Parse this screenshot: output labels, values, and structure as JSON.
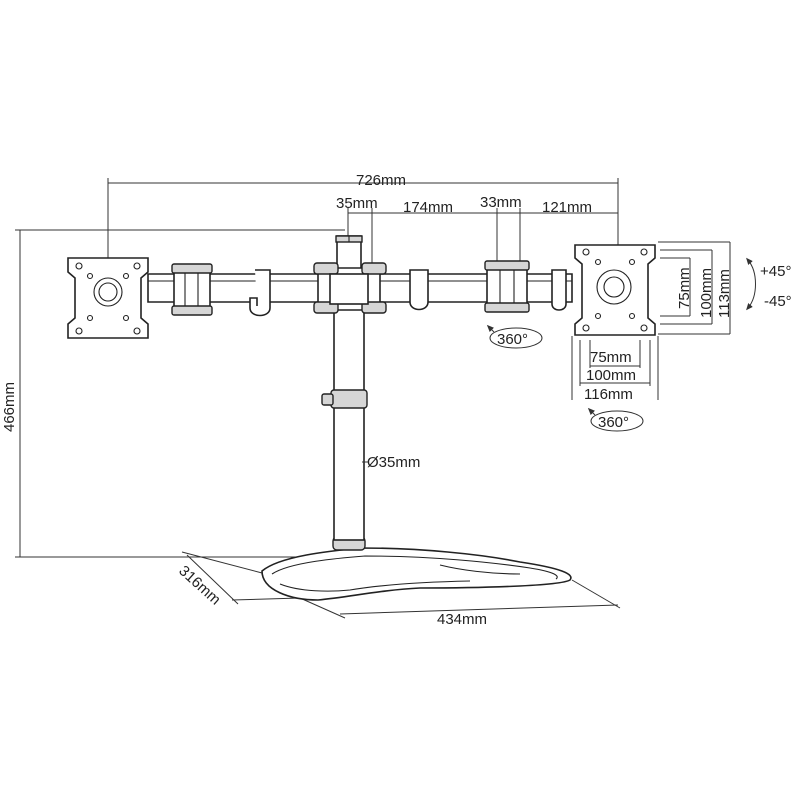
{
  "dimensions": {
    "overall_width": "726mm",
    "pole_offset": "35mm",
    "arm_segment": "174mm",
    "joint_spacing": "33mm",
    "end_segment": "121mm",
    "total_height": "466mm",
    "pole_diameter": "Ø35mm",
    "base_depth": "316mm",
    "base_width": "434mm"
  },
  "vesa": {
    "h75": "75mm",
    "h100": "100mm",
    "h116": "116mm",
    "v75": "75mm",
    "v100": "100mm",
    "v113": "113mm"
  },
  "rotation": {
    "swivel_arm": "360°",
    "swivel_plate": "360°",
    "tilt_up": "+45°",
    "tilt_down": "-45°"
  }
}
